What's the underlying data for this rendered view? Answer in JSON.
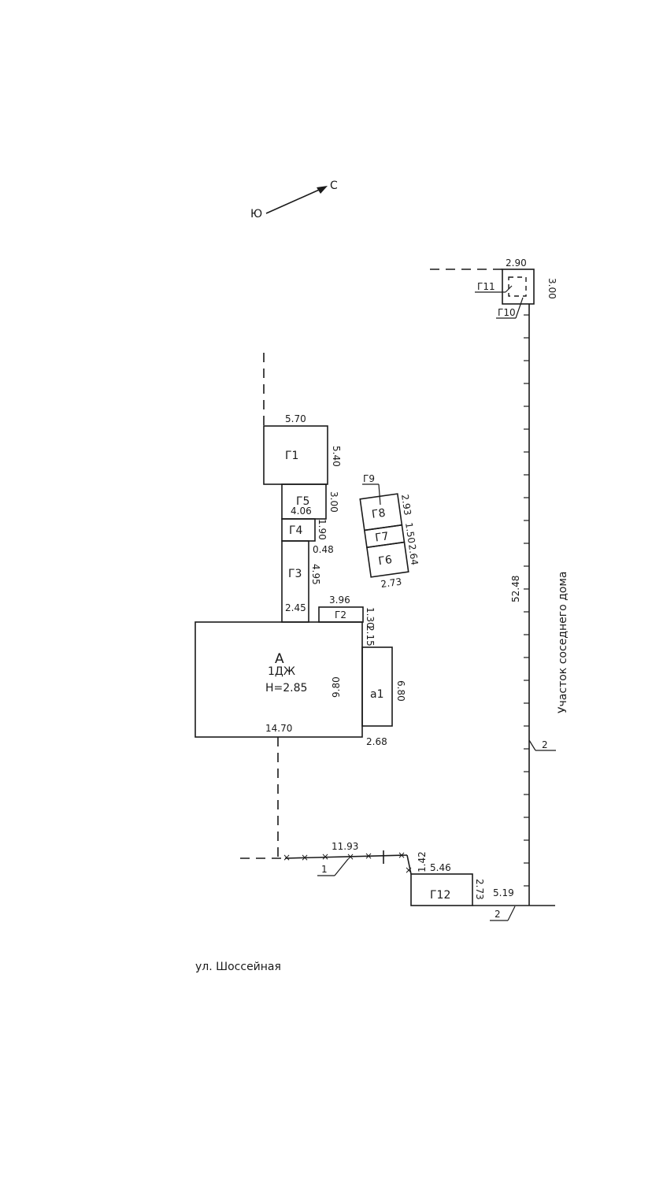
{
  "compass": {
    "south": "Ю",
    "north": "С"
  },
  "street": "ул. Шоссейная",
  "neighbor_label": "Участок соседнего дома",
  "main_house": {
    "letter": "А",
    "type": "1ДЖ",
    "height": "Н=2.85"
  },
  "buildings": {
    "a1": "а1",
    "g1": "Г1",
    "g2": "Г2",
    "g3": "Г3",
    "g4": "Г4",
    "g5": "Г5",
    "g6": "Г6",
    "g7": "Г7",
    "g8": "Г8",
    "g9": "Г9",
    "g10": "Г10",
    "g11": "Г11",
    "g12": "Г12"
  },
  "dimensions": {
    "g11_width": "2.90",
    "g11_height": "3.00",
    "g1_width": "5.70",
    "g1_height": "5.40",
    "g5_height": "3.00",
    "g5_width": "4.06",
    "g4_height": "1.90",
    "g4_offset": "0.48",
    "g3_height": "4.95",
    "g3_width": "2.45",
    "g2_width": "3.96",
    "g2_height": "1.30",
    "g2_offset": "2.15",
    "house_width": "14.70",
    "house_height": "9.80",
    "a1_height": "6.80",
    "a1_width": "2.68",
    "g8_side": "2.93",
    "g7_side": "1.50",
    "g6_side": "2.64",
    "g6_width": "2.73",
    "right_boundary": "52.48",
    "front_fence": "11.93",
    "fence_step": "1.42",
    "g12_width": "5.46",
    "g12_height": "2.73",
    "corner_gap": "5.19"
  },
  "markers": {
    "fence1": "1",
    "fence2": "2",
    "fence3": "2"
  }
}
